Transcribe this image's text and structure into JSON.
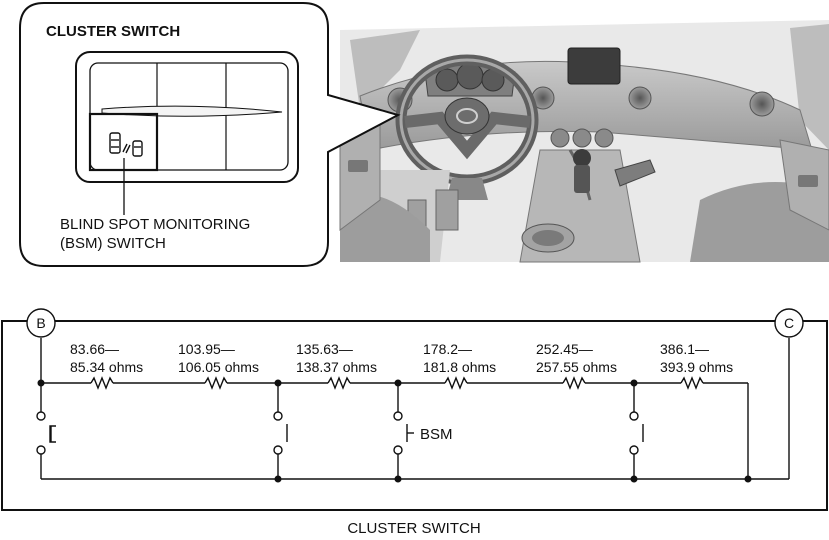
{
  "callout": {
    "title": "CLUSTER SWITCH",
    "label_line1": "BLIND SPOT MONITORING",
    "label_line2": "(BSM) SWITCH"
  },
  "schematic": {
    "terminal_left": "B",
    "terminal_right": "C",
    "resistors": [
      {
        "range_line1": "83.66—",
        "range_line2": "85.34 ohms"
      },
      {
        "range_line1": "103.95—",
        "range_line2": "106.05 ohms"
      },
      {
        "range_line1": "135.63—",
        "range_line2": "138.37 ohms"
      },
      {
        "range_line1": "178.2—",
        "range_line2": "181.8 ohms"
      },
      {
        "range_line1": "252.45—",
        "range_line2": "257.55 ohms"
      },
      {
        "range_line1": "386.1—",
        "range_line2": "393.9 ohms"
      }
    ],
    "switch_label": "BSM"
  },
  "caption": "CLUSTER SWITCH",
  "icons": [
    "bsm-switch-icon",
    "resistor-icon",
    "switch-icon",
    "steering-wheel-icon"
  ]
}
